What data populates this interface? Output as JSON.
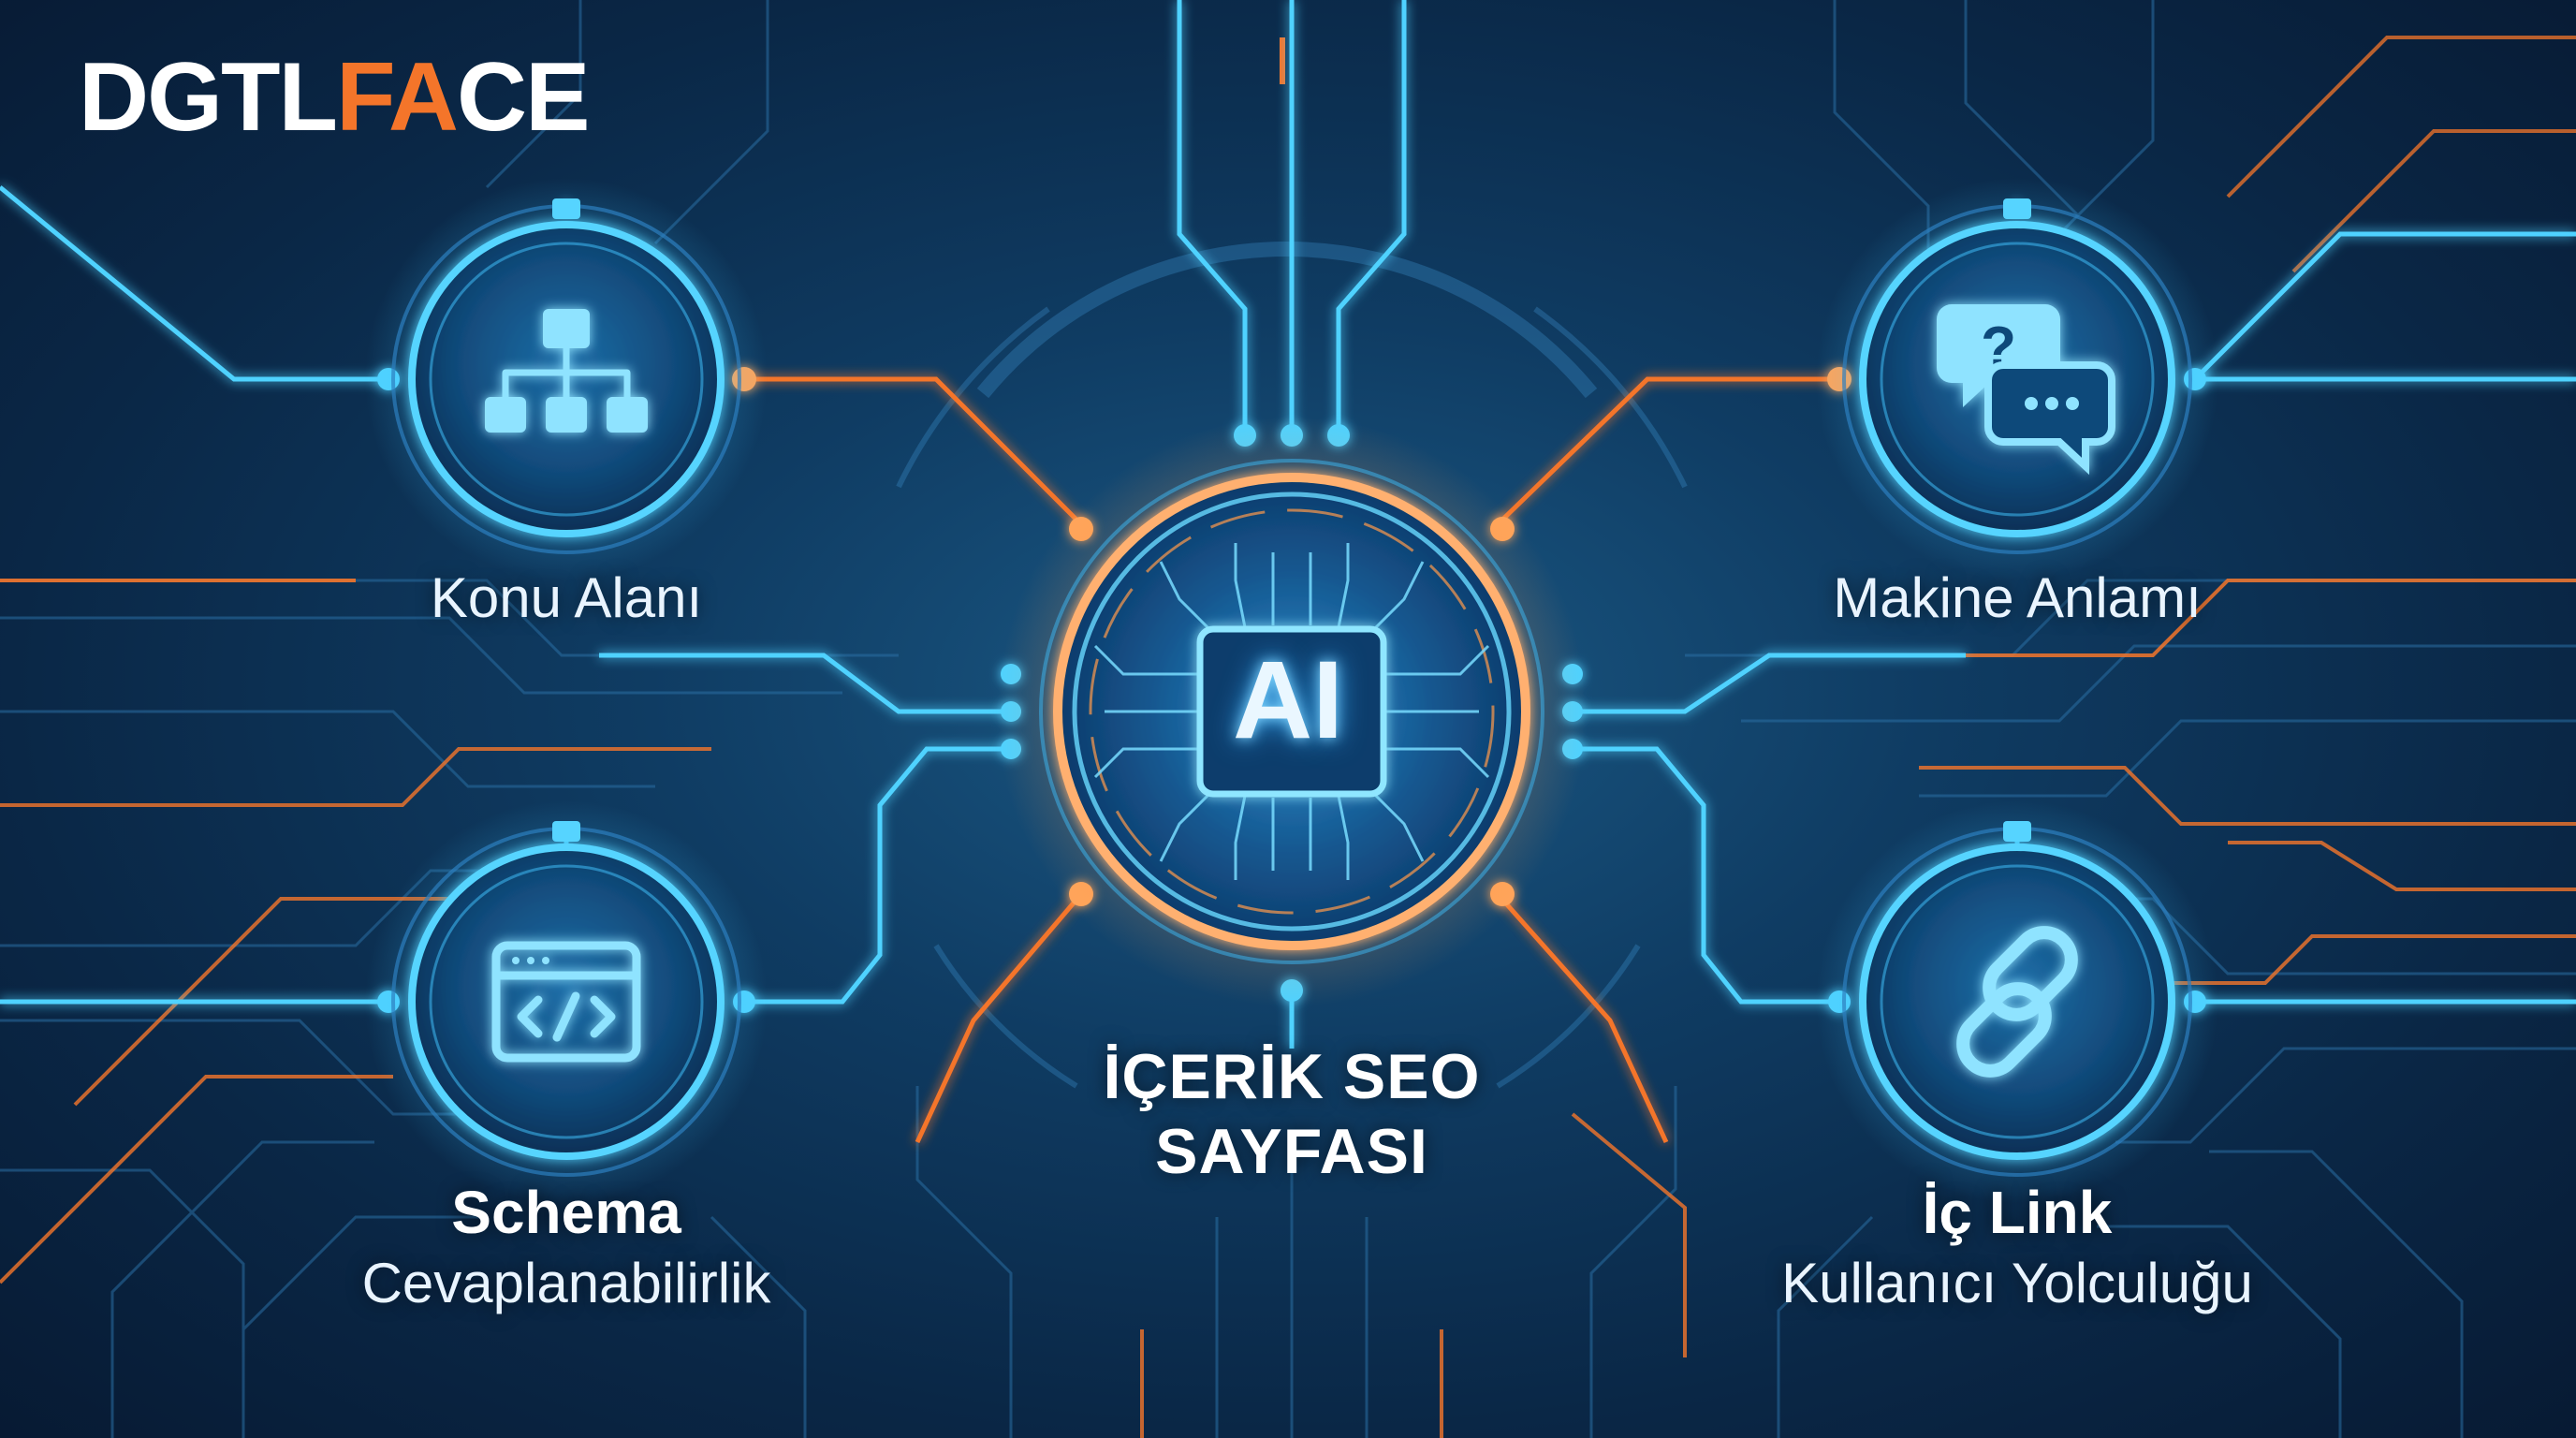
{
  "brand": {
    "logo_main": "DGTL",
    "logo_accent": "FA",
    "logo_tail": "CE"
  },
  "center": {
    "chip_label": "AI",
    "title_line1": "İÇERİK SEO",
    "title_line2": "SAYFASI"
  },
  "nodes": {
    "top_left": {
      "label": "Konu Alanı",
      "icon": "sitemap-icon"
    },
    "top_right": {
      "label": "Makine Anlamı",
      "icon": "chat-question-icon"
    },
    "bottom_left": {
      "title": "Schema",
      "subtitle": "Cevaplanabilirlik",
      "icon": "code-window-icon"
    },
    "bottom_right": {
      "title": "İç Link",
      "subtitle": "Kullanıcı Yolculuğu",
      "icon": "chain-link-icon"
    }
  },
  "colors": {
    "cyan": "#4fd2ff",
    "orange": "#f4752a",
    "background": "#0c2f52"
  }
}
